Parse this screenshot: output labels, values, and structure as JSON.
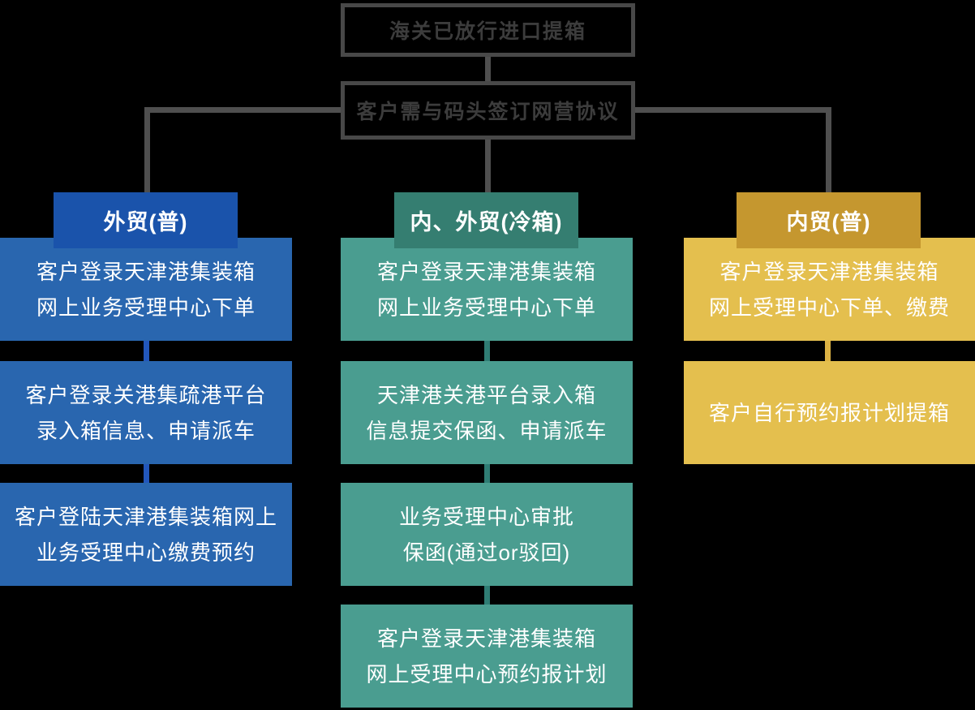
{
  "title_boxes": {
    "top": "海关已放行进口提箱",
    "agreement": "客户需与码头签订网营协议"
  },
  "colors": {
    "background": "#000000",
    "outlined_box_border": "#484848",
    "outlined_box_text": "#3c3c3c",
    "connector_gray": "#4f4f4f",
    "step_text": "#ffffff"
  },
  "branches": [
    {
      "id": "foreign-trade-general",
      "header": "外贸(普)",
      "header_color": "#1a53ab",
      "body_color": "#2966af",
      "connector_color": "#2257bc",
      "steps": [
        [
          "客户登录天津港集装箱",
          "网上业务受理中心下单"
        ],
        [
          "客户登录关港集疏港平台",
          "录入箱信息、申请派车"
        ],
        [
          "客户登陆天津港集装箱网上",
          "业务受理中心缴费预约"
        ]
      ]
    },
    {
      "id": "domestic-foreign-trade-reefer",
      "header": "内、外贸(冷箱)",
      "header_color": "#357e71",
      "body_color": "#4a9d90",
      "connector_color": "#2f7d74",
      "steps": [
        [
          "客户登录天津港集装箱",
          "网上业务受理中心下单"
        ],
        [
          "天津港关港平台录入箱",
          "信息提交保函、申请派车"
        ],
        [
          "业务受理中心审批",
          "保函(通过or驳回)"
        ],
        [
          "客户登录天津港集装箱",
          "网上受理中心预约报计划"
        ]
      ]
    },
    {
      "id": "domestic-trade-general",
      "header": "内贸(普)",
      "header_color": "#c5972f",
      "body_color": "#e4bf4e",
      "connector_color": "#dcb244",
      "steps": [
        [
          "客户登录天津港集装箱",
          "网上受理中心下单、缴费"
        ],
        [
          "客户自行预约报计划提箱"
        ]
      ]
    }
  ]
}
